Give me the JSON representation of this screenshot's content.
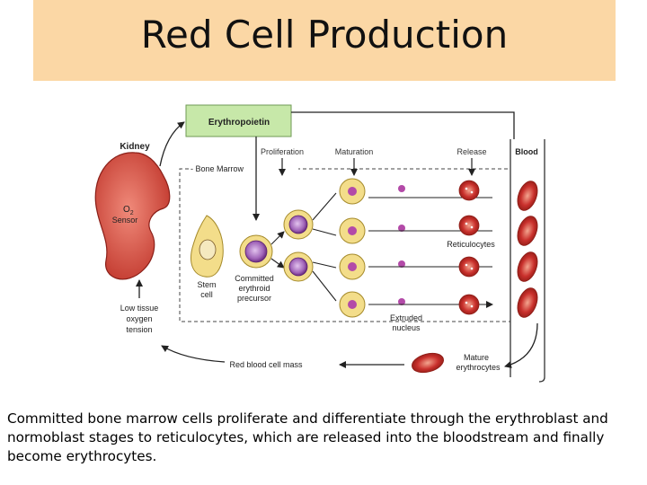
{
  "title": "Red Cell Production",
  "labels": {
    "erythropoietin": "Erythropoietin",
    "kidney": "Kidney",
    "o2": "O",
    "o2_sub": "2",
    "sensor": "Sensor",
    "proliferation": "Proliferation",
    "maturation": "Maturation",
    "release": "Release",
    "blood": "Blood",
    "bone_marrow": "- Bone Marrow",
    "reticulocytes": "Reticulocytes",
    "stem_cell_1": "Stem",
    "stem_cell_2": "cell",
    "committed_1": "Committed",
    "committed_2": "erythroid",
    "committed_3": "precursor",
    "extruded_1": "Extruded",
    "extruded_2": "nucleus",
    "low_tissue_1": "Low tissue",
    "low_tissue_2": "oxygen",
    "low_tissue_3": "tension",
    "rbc_mass": "Red blood cell mass",
    "mature_1": "Mature",
    "mature_2": "erythrocytes"
  },
  "caption": "Committed bone marrow cells proliferate and differentiate through the erythroblast and normoblast stages to reticulocytes, which are released into the bloodstream and finally become erythrocytes.",
  "colors": {
    "title_band": "#fbd7a5",
    "epo_box": "#c7e8a9",
    "kidney": "#d9534a",
    "rbc": "#c0392b",
    "stem_cell": "#f3dd8a",
    "precursor": "#7b2f8a",
    "nucleus": "#b34aa8"
  }
}
